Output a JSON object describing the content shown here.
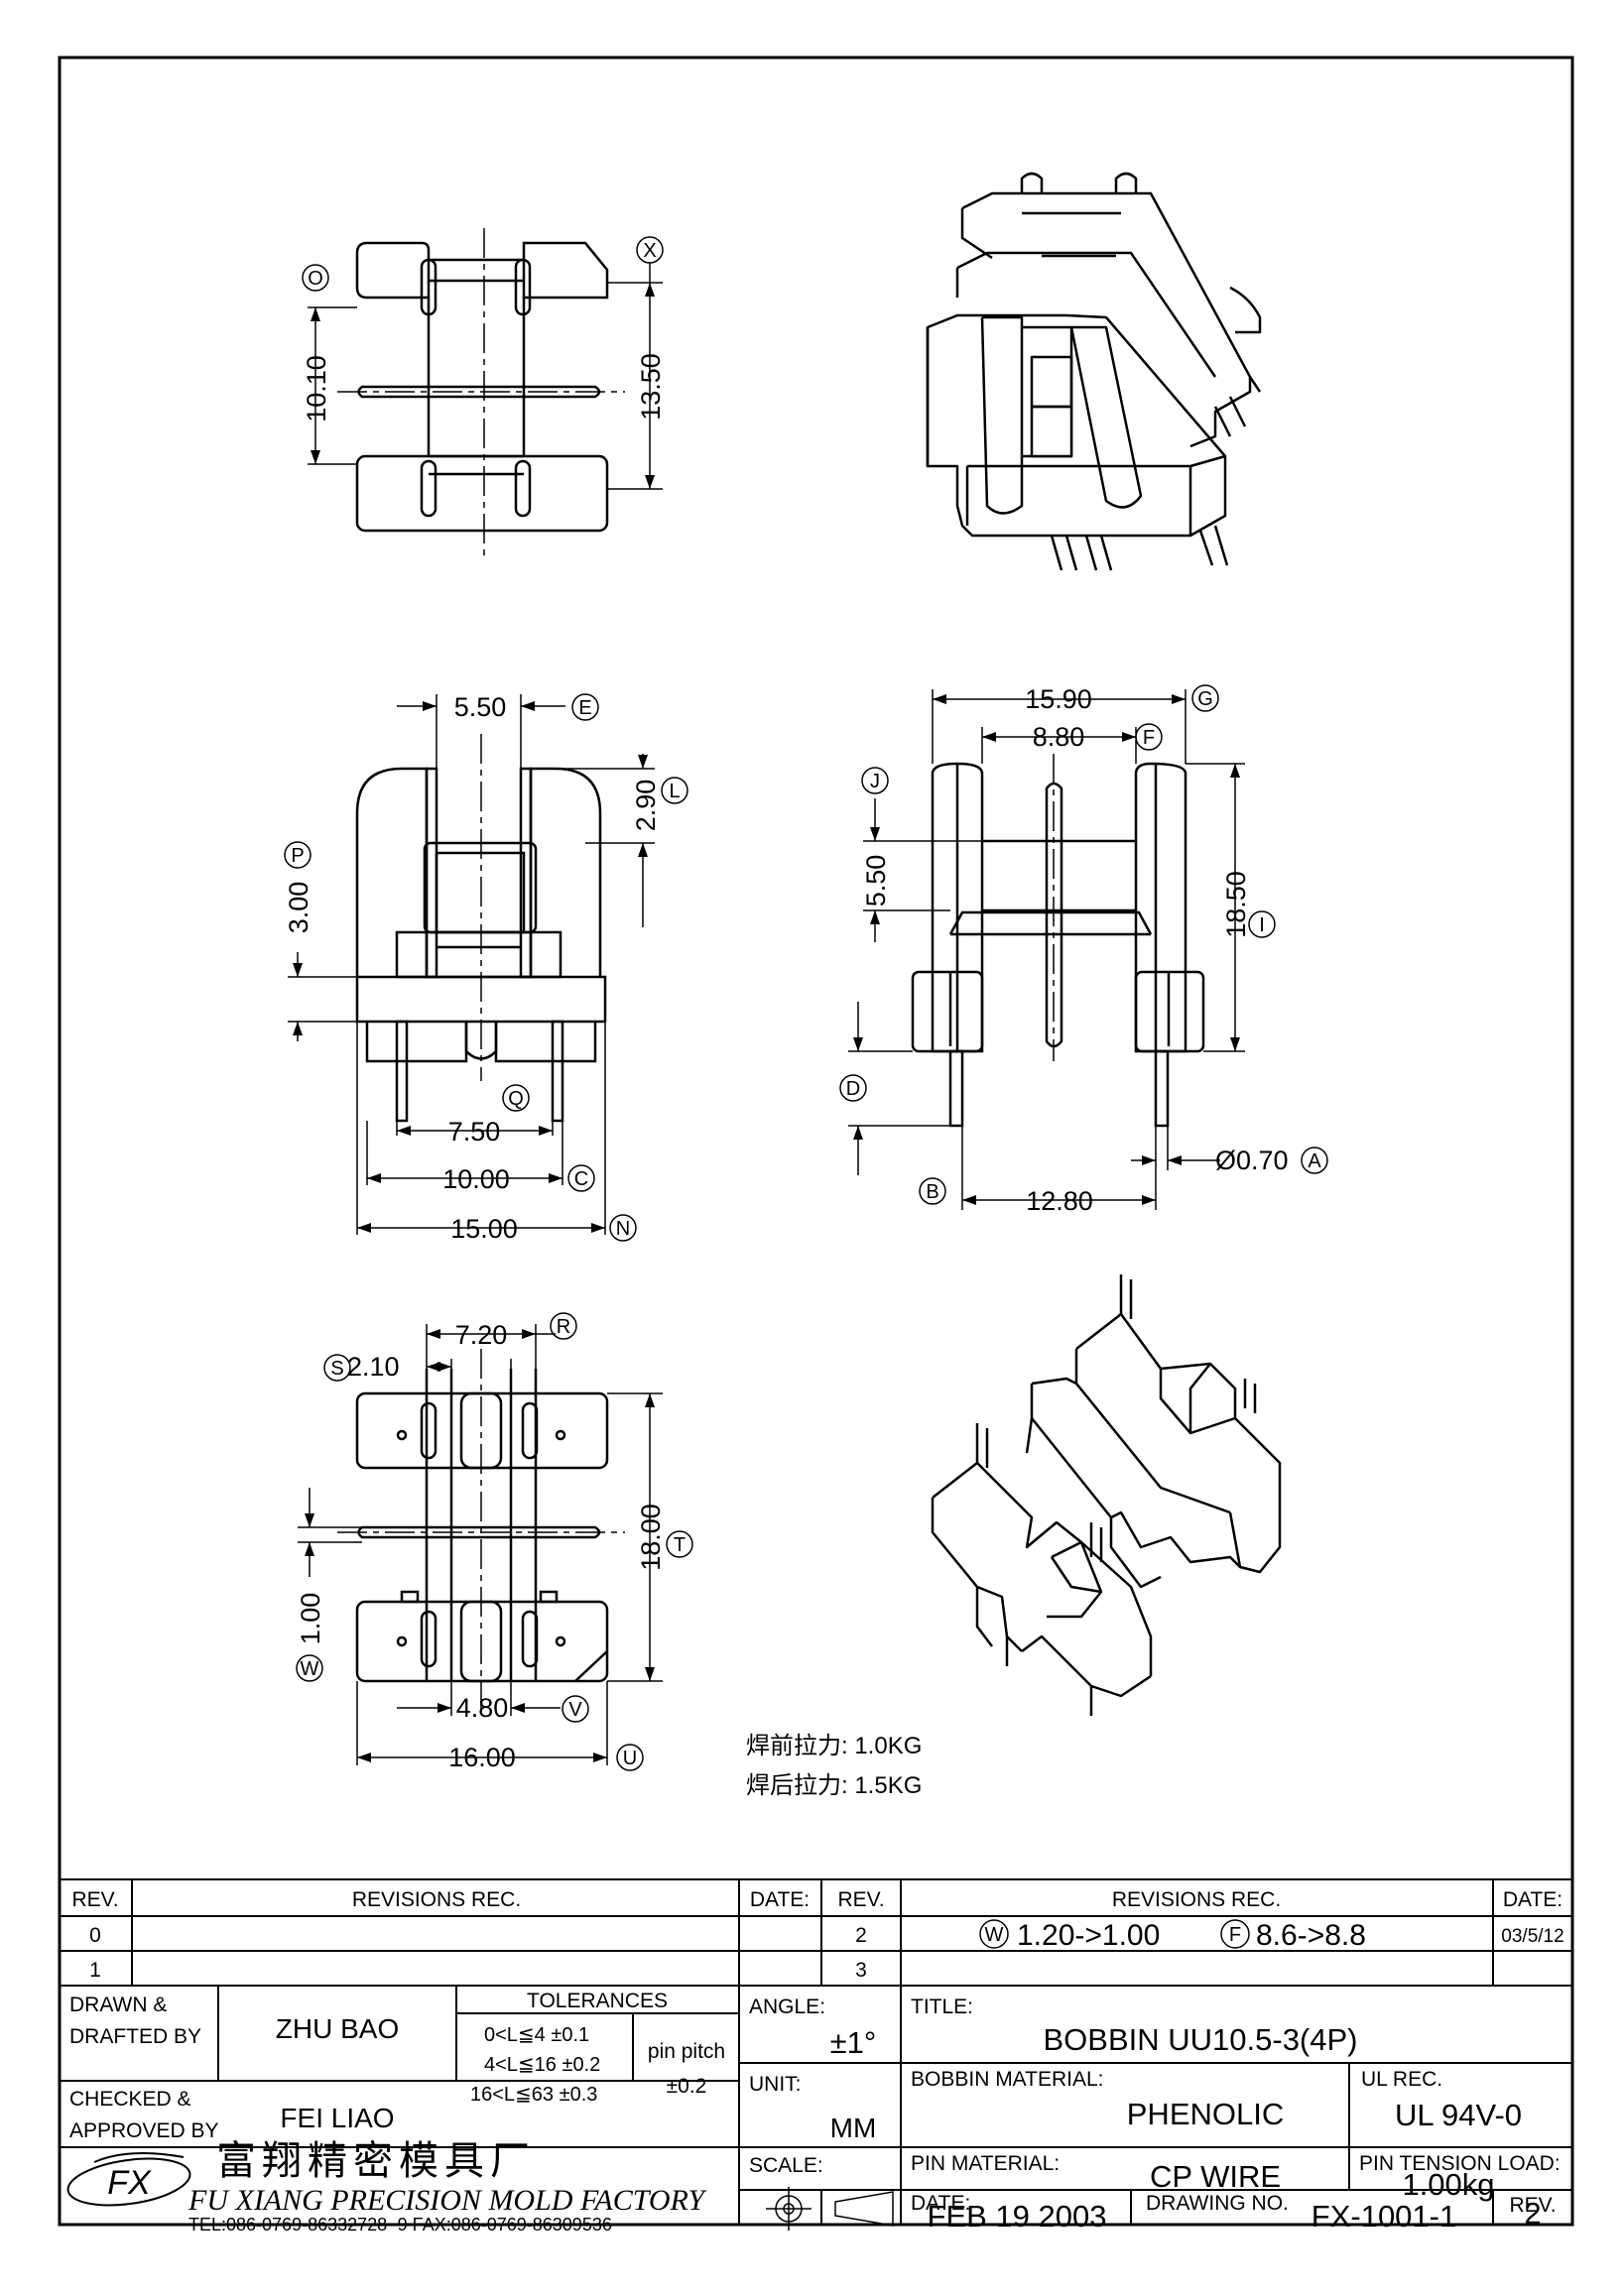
{
  "drawing": {
    "top_view": {
      "markers": [
        "O",
        "X"
      ],
      "dims": [
        "10.10",
        "13.50"
      ]
    },
    "front_view": {
      "markers": [
        "E",
        "L",
        "P",
        "Q",
        "C",
        "N"
      ],
      "dims": [
        "5.50",
        "2.90",
        "3.00",
        "7.50",
        "10.00",
        "15.00"
      ]
    },
    "side_view": {
      "markers": [
        "G",
        "F",
        "J",
        "I",
        "D",
        "B",
        "A"
      ],
      "dims": [
        "15.90",
        "8.80",
        "5.50",
        "18.50",
        "12.80",
        "Ø0.70"
      ]
    },
    "bottom_view": {
      "markers": [
        "R",
        "S",
        "T",
        "W",
        "V",
        "U"
      ],
      "dims": [
        "7.20",
        "2.10",
        "18.00",
        "1.00",
        "4.80",
        "16.00"
      ]
    },
    "notes": [
      "焊前拉力: 1.0KG",
      "焊后拉力: 1.5KG"
    ]
  },
  "revisions": {
    "headers": [
      "REV.",
      "REVISIONS   REC.",
      "DATE:",
      "REV.",
      "REVISIONS   REC.",
      "DATE:"
    ],
    "rows": [
      {
        "rev": "0",
        "rec": "",
        "date": ""
      },
      {
        "rev": "1",
        "rec": "",
        "date": ""
      },
      {
        "rev": "2",
        "rec_w": "1.20->1.00",
        "rec_f": "8.6->8.8",
        "w_marker": "W",
        "f_marker": "F",
        "date": "03/5/12"
      },
      {
        "rev": "3",
        "rec": "",
        "date": ""
      }
    ]
  },
  "title_block": {
    "drawn_label_1": "DRAWN  &",
    "drawn_label_2": "DRAFTED  BY",
    "drawn_value": "ZHU   BAO",
    "checked_label_1": "CHECKED  &",
    "checked_label_2": "APPROVED  BY",
    "checked_value": "FEI  LIAO",
    "tolerances_label": "TOLERANCES",
    "tol_rows": [
      "0<L≦4    ±0.1",
      "4<L≦16  ±0.2",
      "16<L≦63  ±0.3"
    ],
    "pin_pitch_label": "pin  pitch",
    "pin_pitch_value": "±0.2",
    "angle_label": "ANGLE:",
    "angle_value": "±1°",
    "unit_label": "UNIT:",
    "unit_value": "MM",
    "scale_label": "SCALE:",
    "title_label": "TITLE:",
    "title_value": "BOBBIN  UU10.5-3(4P)",
    "bobbin_material_label": "BOBBIN  MATERIAL:",
    "bobbin_material_value": "PHENOLIC",
    "ul_rec_label": "UL  REC.",
    "ul_rec_value": "UL  94V-0",
    "pin_material_label": "PIN  MATERIAL:",
    "pin_material_value": "CP  WIRE",
    "pin_tension_label": "PIN  TENSION  LOAD:",
    "pin_tension_value": "1.00kg",
    "date_label": "DATE:",
    "date_value": "FEB  19  2003",
    "drawing_no_label": "DRAWING  NO.",
    "drawing_no_value": "FX-1001-1",
    "rev_label": "REV.",
    "rev_value": "2",
    "company_cn": "富翔精密模具厂",
    "company_en": "FU XIANG PRECISION MOLD FACTORY",
    "contact": "TEL:086-0769-86332728~9   FAX:086-0769-86309536",
    "logo_text": "FX"
  }
}
